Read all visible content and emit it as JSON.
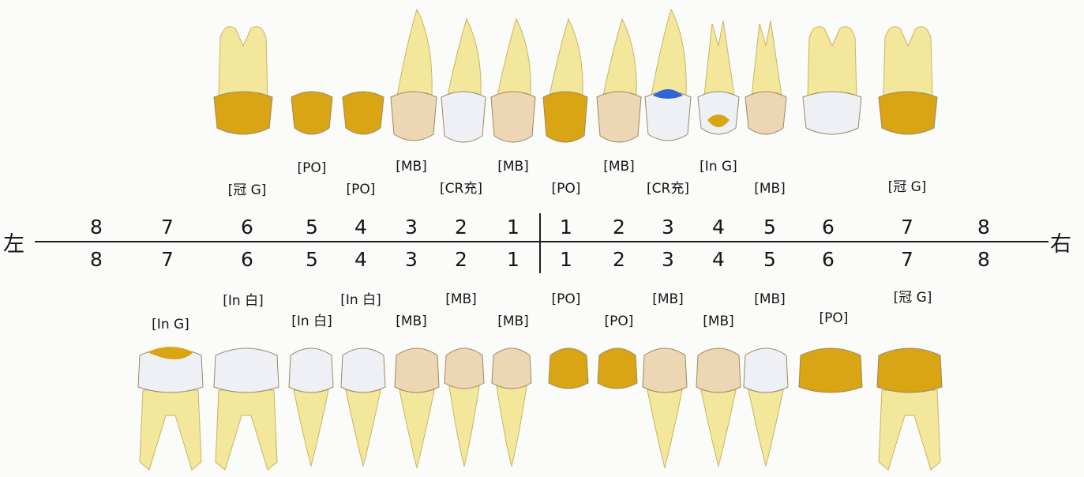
{
  "side_labels": {
    "left": "左",
    "right": "右"
  },
  "tooth_numbers": [
    "8",
    "7",
    "6",
    "5",
    "4",
    "3",
    "2",
    "1",
    "1",
    "2",
    "3",
    "4",
    "5",
    "6",
    "7",
    "8"
  ],
  "colors": {
    "root": "#f3e79c",
    "gold": "#d9a514",
    "white": "#eef0f5",
    "porcelain": "#edd6b4",
    "composite_blue": "#2f66d4",
    "line": "#1e1e1e"
  },
  "upper_teeth": [
    {
      "num": "8",
      "type": "none",
      "crown": "",
      "label": ""
    },
    {
      "num": "7",
      "type": "none",
      "crown": "",
      "label": ""
    },
    {
      "num": "6",
      "type": "molar",
      "crown": "gold",
      "label": "[冠 G]"
    },
    {
      "num": "5",
      "type": "premolar",
      "crown": "gold",
      "label": "[PO]"
    },
    {
      "num": "4",
      "type": "premolar",
      "crown": "gold",
      "label": "[PO]"
    },
    {
      "num": "3",
      "type": "canine",
      "crown": "porcelain",
      "label": "[MB]"
    },
    {
      "num": "2",
      "type": "incisor",
      "crown": "white",
      "label": "[CR充]"
    },
    {
      "num": "1",
      "type": "incisor",
      "crown": "porcelain",
      "label": "[MB]"
    },
    {
      "num": "1",
      "type": "incisor",
      "crown": "gold",
      "label": "[PO]"
    },
    {
      "num": "2",
      "type": "incisor",
      "crown": "porcelain",
      "label": "[MB]"
    },
    {
      "num": "3",
      "type": "canine",
      "crown": "white-blue",
      "label": "[CR充]"
    },
    {
      "num": "4",
      "type": "premolar",
      "crown": "white-gold",
      "label": "[In G]"
    },
    {
      "num": "5",
      "type": "premolar",
      "crown": "porcelain",
      "label": "[MB]"
    },
    {
      "num": "6",
      "type": "molar",
      "crown": "white",
      "label": ""
    },
    {
      "num": "7",
      "type": "molar",
      "crown": "gold",
      "label": "[冠 G]"
    },
    {
      "num": "8",
      "type": "none",
      "crown": "",
      "label": ""
    }
  ],
  "lower_teeth": [
    {
      "num": "8",
      "type": "none",
      "crown": "",
      "label": ""
    },
    {
      "num": "7",
      "type": "molar",
      "crown": "white-gold",
      "label": "[In G]"
    },
    {
      "num": "6",
      "type": "molar",
      "crown": "white",
      "label": "[In 白]"
    },
    {
      "num": "5",
      "type": "premolar",
      "crown": "white",
      "label": "[In 白]"
    },
    {
      "num": "4",
      "type": "premolar",
      "crown": "white",
      "label": "[In 白]"
    },
    {
      "num": "3",
      "type": "canine",
      "crown": "porcelain",
      "label": "[MB]"
    },
    {
      "num": "2",
      "type": "incisor",
      "crown": "porcelain",
      "label": "[MB]"
    },
    {
      "num": "1",
      "type": "incisor",
      "crown": "porcelain",
      "label": "[MB]"
    },
    {
      "num": "1",
      "type": "crown-only",
      "crown": "gold",
      "label": "[PO]"
    },
    {
      "num": "2",
      "type": "crown-only",
      "crown": "gold",
      "label": "[PO]"
    },
    {
      "num": "3",
      "type": "canine",
      "crown": "porcelain",
      "label": "[MB]"
    },
    {
      "num": "4",
      "type": "premolar",
      "crown": "porcelain",
      "label": "[MB]"
    },
    {
      "num": "5",
      "type": "premolar",
      "crown": "white",
      "label": "[MB]"
    },
    {
      "num": "6",
      "type": "crown-only-molar",
      "crown": "gold",
      "label": "[PO]"
    },
    {
      "num": "7",
      "type": "molar",
      "crown": "gold",
      "label": "[冠 G]"
    },
    {
      "num": "8",
      "type": "none",
      "crown": "",
      "label": ""
    }
  ]
}
